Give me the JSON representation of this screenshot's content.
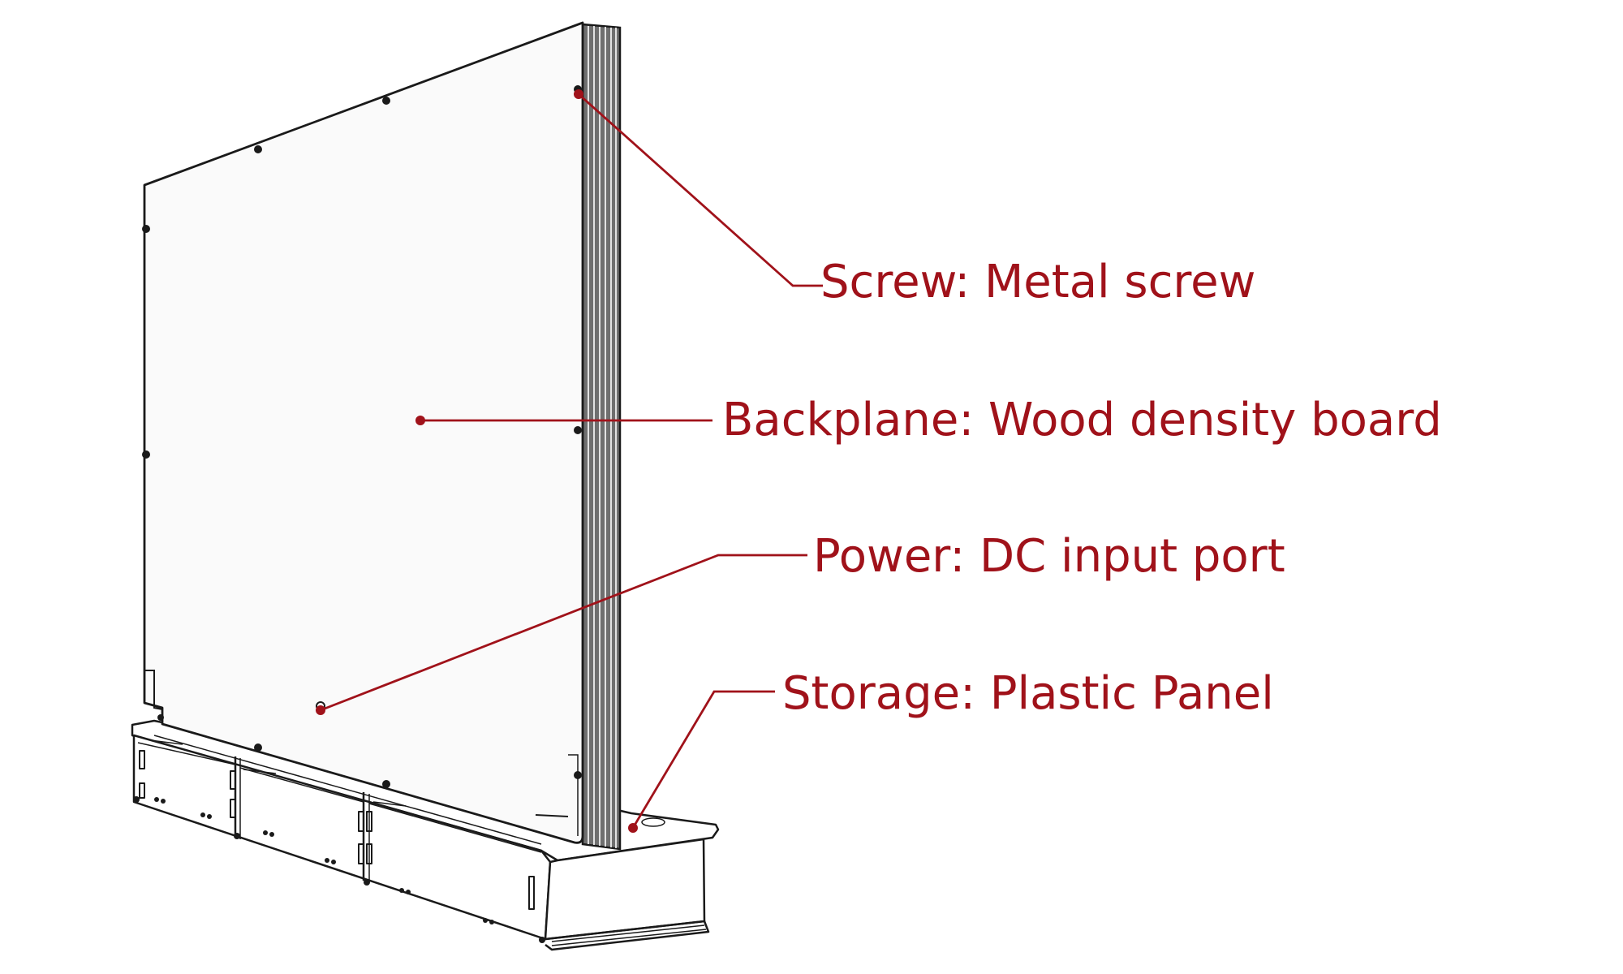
{
  "colors": {
    "callout": "#a0121a",
    "line": "#1a1a1a",
    "panel": "#fafafa",
    "edge": "#6f6f6f"
  },
  "callouts": [
    {
      "key": "screw",
      "text": "Screw: Metal screw"
    },
    {
      "key": "backplane",
      "text": "Backplane: Wood density board"
    },
    {
      "key": "power",
      "text": "Power: DC input port"
    },
    {
      "key": "storage",
      "text": "Storage: Plastic Panel"
    }
  ]
}
